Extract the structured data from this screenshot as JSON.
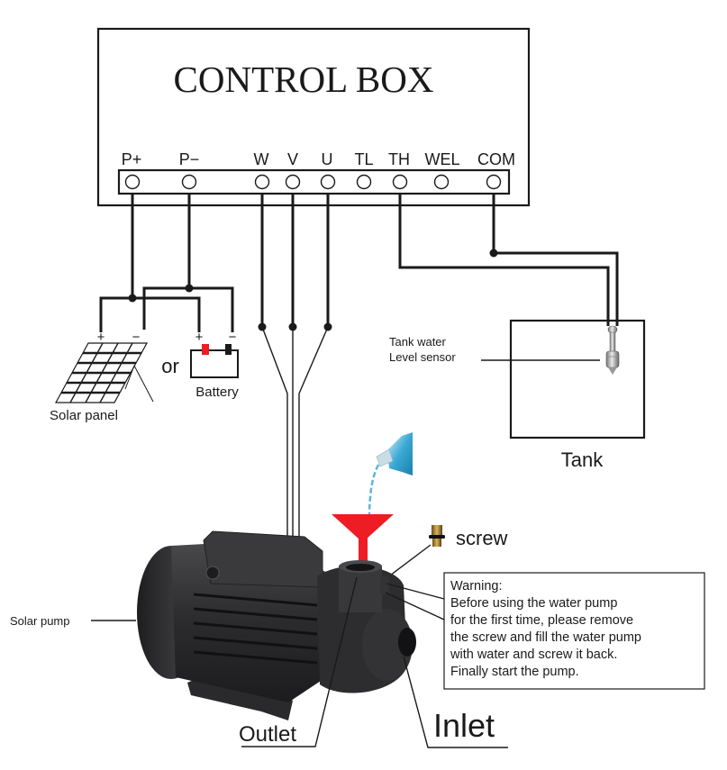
{
  "control_box": {
    "title": "CONTROL BOX",
    "terminals": [
      "P+",
      "P−",
      "W",
      "V",
      "U",
      "TL",
      "TH",
      "WEL",
      "COM"
    ]
  },
  "power": {
    "solar_panel_label": "Solar panel",
    "or_label": "or",
    "battery_label": "Battery",
    "plus": "+",
    "minus": "−"
  },
  "tank": {
    "label": "Tank",
    "sensor_label_line1": "Tank water",
    "sensor_label_line2": "Level sensor"
  },
  "pump": {
    "solar_pump_label": "Solar pump",
    "outlet_label": "Outlet",
    "inlet_label": "Inlet",
    "screw_label": "screw"
  },
  "warning": {
    "lines": [
      "Warning:",
      "Before using the water pump",
      "for the first time, please remove",
      "the screw and fill the water pump",
      "with water and screw it back.",
      "Finally start the pump."
    ]
  },
  "colors": {
    "funnel": "#ee1c24",
    "battery_positive": "#ee1c24",
    "battery_negative": "#1a1a1a",
    "water": "#3aa9d4",
    "pump_body": "#2e2e30"
  }
}
